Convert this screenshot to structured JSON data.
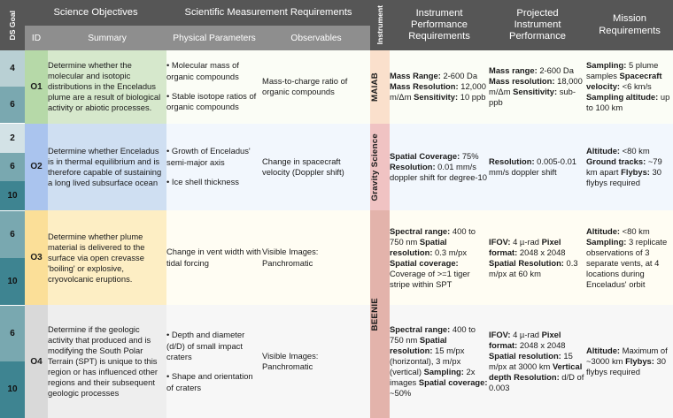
{
  "header": {
    "ds_goal": "DS Goal",
    "science_objectives": "Science Objectives",
    "science_objectives_sub": {
      "id": "ID",
      "summary": "Summary"
    },
    "scientific_measurement_requirements": "Scientific Measurement Requirements",
    "smr_sub": {
      "physical_parameters": "Physical Parameters",
      "observables": "Observables"
    },
    "instrument": "Instrument",
    "instrument_performance_requirements": "Instrument\nPerformance\nRequirements",
    "instrument_performance_requirements_l1": "Instrument",
    "instrument_performance_requirements_l2": "Performance",
    "instrument_performance_requirements_l3": "Requirements",
    "projected_instrument_performance_l1": "Projected",
    "projected_instrument_performance_l2": "Instrument",
    "projected_instrument_performance_l3": "Performance",
    "mission_requirements_l1": "Mission",
    "mission_requirements_l2": "Requirements"
  },
  "colors": {
    "header_dark": "#565656",
    "header_light": "#8e8e8e",
    "o1_green": "#b6d9a8",
    "o1_bg": "#fbfdf6",
    "o2_blue": "#aac4ee",
    "o2_bg": "#f2f7fd",
    "o3_yellow": "#fbdf98",
    "o3_bg": "#fffdf3",
    "o4_gray": "#d9d9d9",
    "o4_bg": "#f7f7f7",
    "instr_maiab": "#fae0cc",
    "instr_gravity": "#f0c3c3",
    "instr_beenie": "#e3b3ab",
    "ds_light": "#bdd3d6",
    "ds_mid": "#79a8b0",
    "ds_dark": "#3e8491",
    "ds_darker": "#2f7b88",
    "ds_pale": "#d3e2e6"
  },
  "rows": [
    {
      "id": "O1",
      "ds_goals": [
        {
          "value": "4",
          "color": "#b9d0d4"
        },
        {
          "value": "6",
          "color": "#7aa8b0"
        }
      ],
      "id_color": "#b6d9a8",
      "row_bg": "#fbfdf6",
      "summary": "Determine whether the molecular and isotopic distributions in the Enceladus plume are a result of biological activity or abiotic processes.",
      "summary_bg": "#d6e8cc",
      "physical_parameters": [
        "• Molecular mass of organic compounds",
        "• Stable isotope ratios of organic compounds"
      ],
      "observables": "Mass-to-charge ratio of organic compounds",
      "instrument": "MAIAB",
      "instrument_color": "#fae0cc",
      "instrument_performance_requirements": [
        {
          "label": "Mass Range:",
          "value": "2-600 Da",
          "break": true
        },
        {
          "label": "Mass Resolution:",
          "value": "12,000 m/Δm",
          "break": true
        },
        {
          "label": "Sensitivity:",
          "value": "10 ppb",
          "break": false
        }
      ],
      "projected_instrument_performance": [
        {
          "label": "Mass range:",
          "value": "2-600 Da",
          "break": false
        },
        {
          "label": "Mass resolution:",
          "value": "18,000 m/Δm",
          "break": true
        },
        {
          "label": "Sensitivity:",
          "value": "sub-ppb",
          "break": false
        }
      ],
      "mission_requirements": [
        {
          "label": "Sampling:",
          "value": "5 plume samples",
          "break": false
        },
        {
          "label": "Spacecraft velocity:",
          "value": "<6 km/s",
          "break": true
        },
        {
          "label": "Sampling altitude:",
          "value": "up to 100 km",
          "break": false
        }
      ]
    },
    {
      "id": "O2",
      "ds_goals": [
        {
          "value": "2",
          "color": "#d3e2e6"
        },
        {
          "value": "6",
          "color": "#79a8b0"
        },
        {
          "value": "10",
          "color": "#3e8491"
        }
      ],
      "id_color": "#aac4ee",
      "row_bg": "#f2f7fd",
      "summary": "Determine whether Enceladus is in thermal equilibrium and is therefore capable of sustaining a long lived subsurface ocean",
      "summary_bg": "#cfdff2",
      "physical_parameters": [
        "• Growth of Enceladus' semi-major axis",
        "• Ice shell thickness"
      ],
      "observables": "Change in spacecraft velocity (Doppler shift)",
      "instrument": "Gravity Science",
      "instrument_color": "#f0c3c3",
      "instrument_performance_requirements": [
        {
          "label": "Spatial Coverage:",
          "value": "75%",
          "break": true
        },
        {
          "label": "Resolution:",
          "value": "0.01 mm/s doppler shift for degree-10",
          "break": false
        }
      ],
      "projected_instrument_performance": [
        {
          "label": "Resolution:",
          "value": "0.005-0.01 mm/s doppler shift",
          "break": false
        }
      ],
      "mission_requirements": [
        {
          "label": "Altitude:",
          "value": "<80 km",
          "break": false
        },
        {
          "label": "Ground tracks:",
          "value": "~79 km apart",
          "break": false
        },
        {
          "label": "Flybys:",
          "value": "30 flybys required",
          "break": false
        }
      ]
    },
    {
      "id": "O3",
      "ds_goals": [
        {
          "value": "6",
          "color": "#79a8b0"
        },
        {
          "value": "10",
          "color": "#3e8491"
        }
      ],
      "id_color": "#fbdf98",
      "row_bg": "#fffdf3",
      "summary": "Determine whether plume material is delivered to the surface via open crevasse 'boiling' or explosive, cryovolcanic eruptions.",
      "summary_bg": "#fdeec4",
      "physical_parameters": [
        "Change in vent width with tidal forcing"
      ],
      "observables": "Visible Images: Panchromatic",
      "instrument": "BEENIE",
      "instrument_color": "#e3b3ab",
      "instrument_performance_requirements": [
        {
          "label": "Spectral range:",
          "value": "400 to 750 nm",
          "break": false
        },
        {
          "label": "Spatial resolution:",
          "value": "0.3 m/px",
          "break": false
        },
        {
          "label": "Spatial coverage:",
          "value": "Coverage of >=1 tiger stripe within SPT",
          "break": true
        }
      ],
      "projected_instrument_performance": [
        {
          "label": "IFOV:",
          "value": "4 µ-rad",
          "break": false
        },
        {
          "label": "Pixel format:",
          "value": "2048 x 2048",
          "break": false
        },
        {
          "label": "Spatial Resolution:",
          "value": "0.3 m/px at 60 km",
          "break": true
        }
      ],
      "mission_requirements": [
        {
          "label": "Altitude:",
          "value": "<80 km",
          "break": false
        },
        {
          "label": "Sampling:",
          "value": "3 replicate observations of 3 separate vents, at 4 locations during Enceladus' orbit",
          "break": false
        }
      ]
    },
    {
      "id": "O4",
      "ds_goals": [
        {
          "value": "6",
          "color": "#79a8b0"
        },
        {
          "value": "10",
          "color": "#3e8491"
        }
      ],
      "id_color": "#d9d9d9",
      "row_bg": "#f7f7f7",
      "summary": "Determine if the geologic activity that produced and is modifying the South Polar Terrain (SPT) is unique to this region or has influenced other regions and their subsequent geologic processes",
      "summary_bg": "#eeeeee",
      "physical_parameters": [
        "• Depth and diameter (d/D) of small impact craters",
        "• Shape and orientation of craters"
      ],
      "observables": "Visible Images: Panchromatic",
      "instrument": "BEENIE",
      "instrument_color": "#e3b3ab",
      "instrument_performance_requirements": [
        {
          "label": "Spectral range:",
          "value": "400 to 750 nm",
          "break": false
        },
        {
          "label": "Spatial resolution:",
          "value": "15 m/px (horizontal), 3 m/px (vertical)",
          "break": true
        },
        {
          "label": "Sampling:",
          "value": "2x images",
          "break": false
        },
        {
          "label": "Spatial coverage:",
          "value": "~50%",
          "break": true
        }
      ],
      "projected_instrument_performance": [
        {
          "label": "IFOV:",
          "value": "4 µ-rad",
          "break": false
        },
        {
          "label": "Pixel format:",
          "value": "2048 x 2048",
          "break": false
        },
        {
          "label": "Spatial resolution:",
          "value": "15 m/px at 3000 km",
          "break": true
        },
        {
          "label": "Vertical depth Resolution:",
          "value": "d/D of 0.003",
          "break": true
        }
      ],
      "mission_requirements": [
        {
          "label": "Altitude:",
          "value": "Maximum of ~3000 km",
          "break": true
        },
        {
          "label": "Flybys:",
          "value": "30 flybys required",
          "break": true
        }
      ]
    }
  ]
}
